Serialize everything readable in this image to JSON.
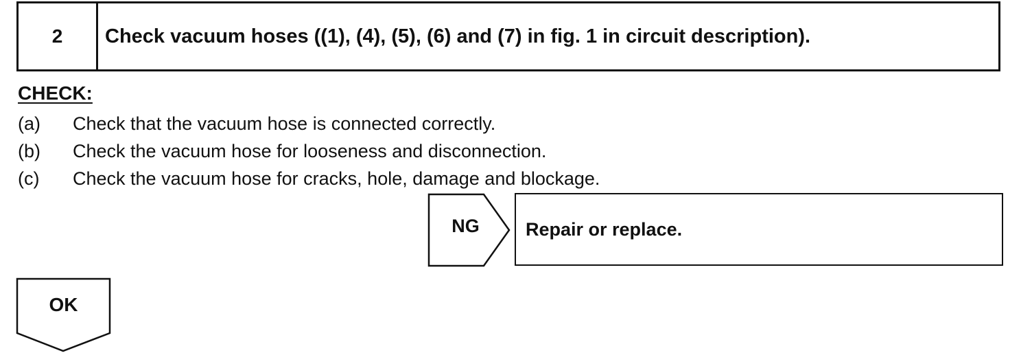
{
  "step": {
    "number": "2",
    "title": "Check vacuum hoses ((1), (4), (5), (6) and (7) in fig. 1 in circuit description)."
  },
  "check": {
    "heading": "CHECK:",
    "items": [
      {
        "marker": "(a)",
        "text": "Check that the vacuum hose is connected correctly."
      },
      {
        "marker": "(b)",
        "text": "Check the vacuum hose for looseness and disconnection."
      },
      {
        "marker": "(c)",
        "text": "Check the vacuum hose for cracks, hole, damage and blockage."
      }
    ]
  },
  "ng": {
    "label": "NG",
    "result": "Repair or replace."
  },
  "ok": {
    "label": "OK"
  }
}
